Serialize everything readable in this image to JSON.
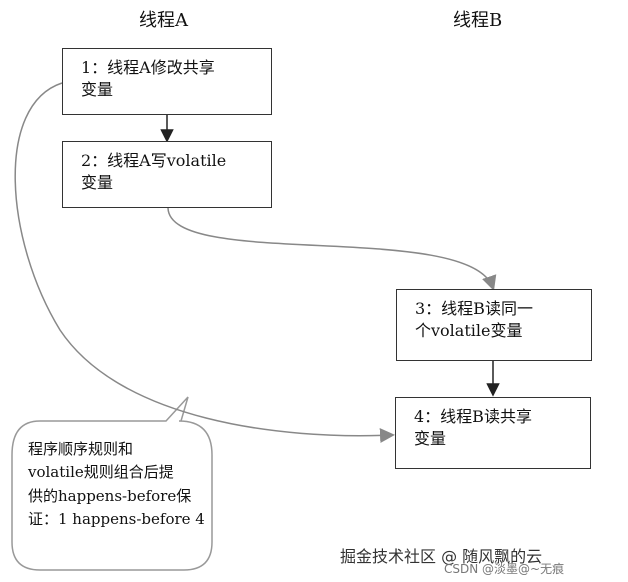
{
  "diagram": {
    "thread_a_label": "线程A",
    "thread_b_label": "线程B",
    "box1": {
      "line1": "1：线程A修改共享",
      "line2": "变量"
    },
    "box2": {
      "line1": "2：线程A写volatile",
      "line2": "变量"
    },
    "box3": {
      "line1": "3：线程B读同一",
      "line2": "个volatile变量"
    },
    "box4": {
      "line1": "4：线程B读共享",
      "line2": "变量"
    },
    "note": {
      "line1": "程序顺序规则和",
      "line2": "volatile规则组合后提",
      "line3": "供的happens-before保",
      "line4": "证：1 happens-before 4"
    }
  },
  "watermark": {
    "main": "掘金技术社区 @ 随风飘的云",
    "sub": "CSDN @淡墨@~无痕"
  },
  "colors": {
    "box_border": "#333333",
    "connector": "#888888",
    "arrow_dark": "#222222"
  }
}
